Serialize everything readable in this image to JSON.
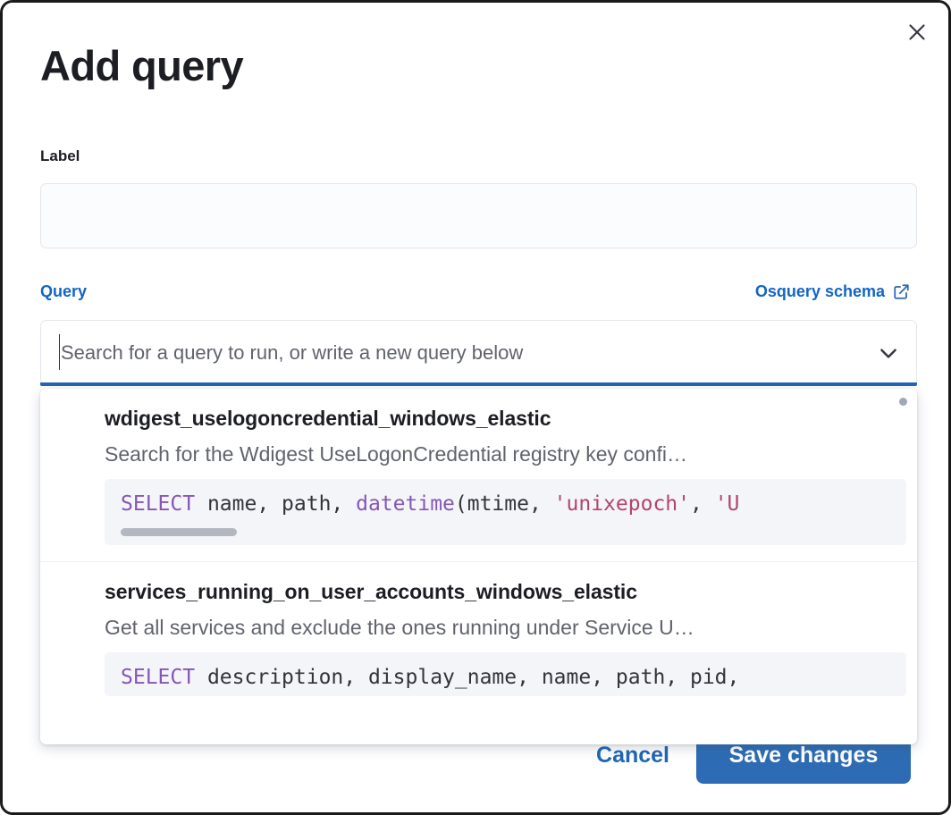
{
  "modal": {
    "title": "Add query",
    "close_icon": "close-icon"
  },
  "label_field": {
    "label": "Label",
    "value": "",
    "placeholder": ""
  },
  "query_field": {
    "label": "Query",
    "schema_link_text": "Osquery schema",
    "schema_link_icon": "external-link-icon",
    "value": "",
    "placeholder": "Search for a query to run, or write a new query below",
    "chevron_icon": "chevron-down-icon"
  },
  "dropdown": {
    "items": [
      {
        "title": "wdigest_uselogoncredential_windows_elastic",
        "description": "Search for the Wdigest UseLogonCredential registry key confi…",
        "code_tokens": [
          {
            "text": "SELECT",
            "type": "kw"
          },
          {
            "text": " name, path, ",
            "type": "plain"
          },
          {
            "text": "datetime",
            "type": "fn"
          },
          {
            "text": "(mtime, ",
            "type": "plain"
          },
          {
            "text": "'unixepoch'",
            "type": "str"
          },
          {
            "text": ", ",
            "type": "plain"
          },
          {
            "text": "'U",
            "type": "str"
          }
        ],
        "has_scrollbar": true
      },
      {
        "title": "services_running_on_user_accounts_windows_elastic",
        "description": "Get all services and exclude the ones running under Service U…",
        "code_tokens": [
          {
            "text": "SELECT",
            "type": "kw"
          },
          {
            "text": " description, display_name, name, path, pid,",
            "type": "plain"
          }
        ],
        "has_scrollbar": false
      }
    ],
    "scroll_indicator": "scrollbar-thumb"
  },
  "footer": {
    "cancel_label": "Cancel",
    "save_label": "Save changes"
  },
  "colors": {
    "accent_blue": "#1265c4",
    "primary_button": "#2d6cb4",
    "focus_underline": "#1f66b5",
    "text_dark": "#1d1e24",
    "text_muted": "#61636c",
    "code_bg": "#f4f5f9",
    "sql_keyword": "#8557b5",
    "sql_string": "#b3446c"
  }
}
